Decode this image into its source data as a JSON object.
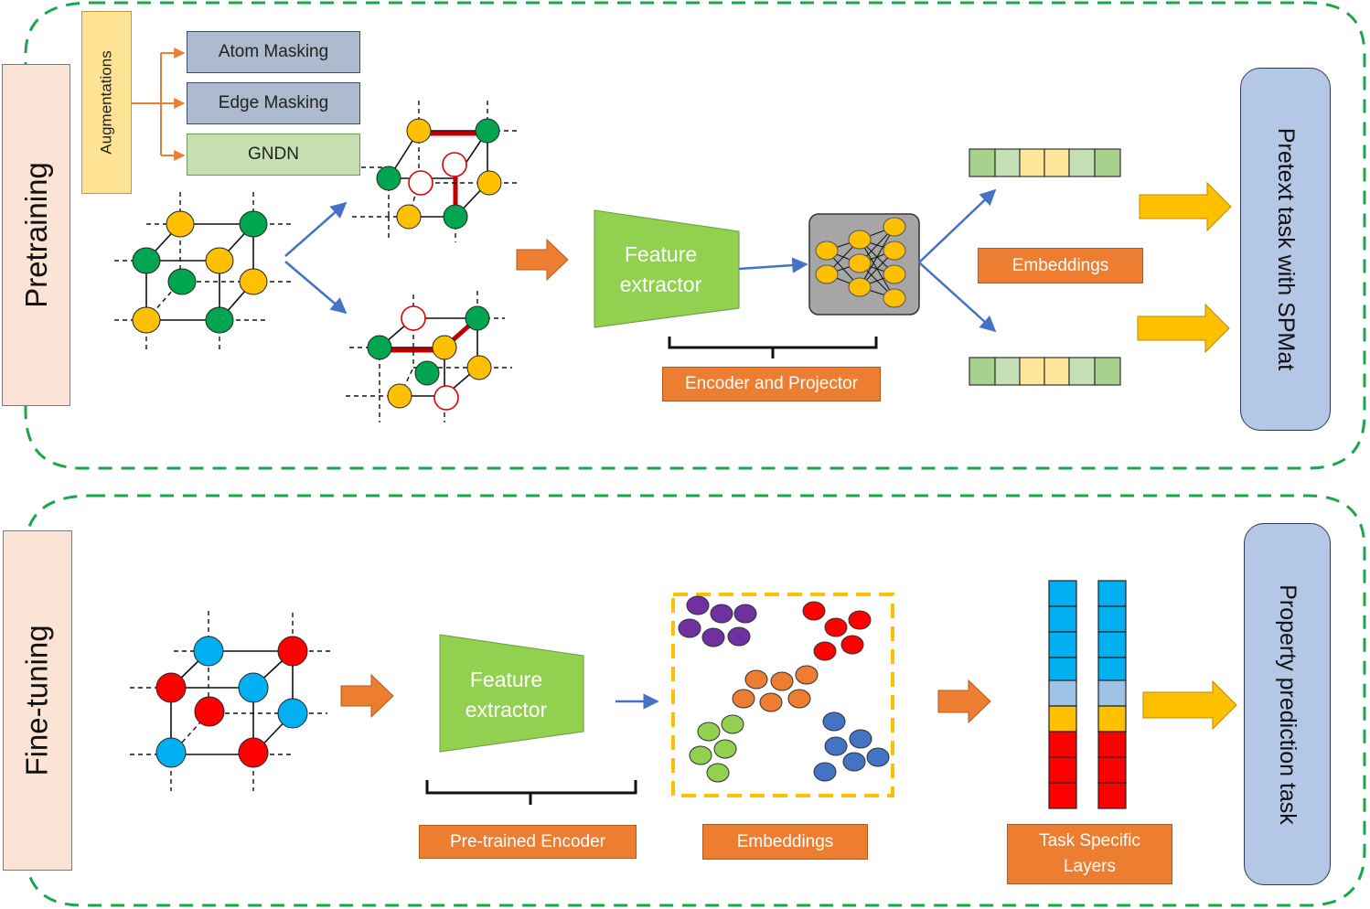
{
  "pretraining": {
    "section_label": "Pretraining",
    "augmentations_label": "Augmentations",
    "augmentations": [
      "Atom Masking",
      "Edge Masking",
      "GNDN"
    ],
    "feature_extractor_label": [
      "Feature",
      "extractor"
    ],
    "encoder_projector_label": "Encoder and Projector",
    "embeddings_label": "Embeddings",
    "pretext_task_label": "Pretext task with SPMat"
  },
  "finetuning": {
    "section_label": "Fine-tuning",
    "feature_extractor_label": [
      "Feature",
      "extractor"
    ],
    "pretrained_encoder_label": "Pre-trained Encoder",
    "embeddings_label": "Embeddings",
    "task_layers_label": [
      "Task Specific",
      "Layers"
    ],
    "property_task_label": "Property prediction task"
  },
  "colors": {
    "dashed_border": "#1aa64a",
    "orange": "#ed7d31",
    "arrow_gold": "#ffc000",
    "arrow_blue": "#4472c4",
    "feature_green": "#92d050",
    "atom_green": "#00a550",
    "atom_yellow": "#ffc000",
    "atom_blue": "#00b0f0",
    "atom_red": "#ff0000",
    "cluster_purple": "#7030a0",
    "cluster_orange": "#ed7d31",
    "cluster_green": "#92d050",
    "cluster_blue": "#4472c4"
  }
}
